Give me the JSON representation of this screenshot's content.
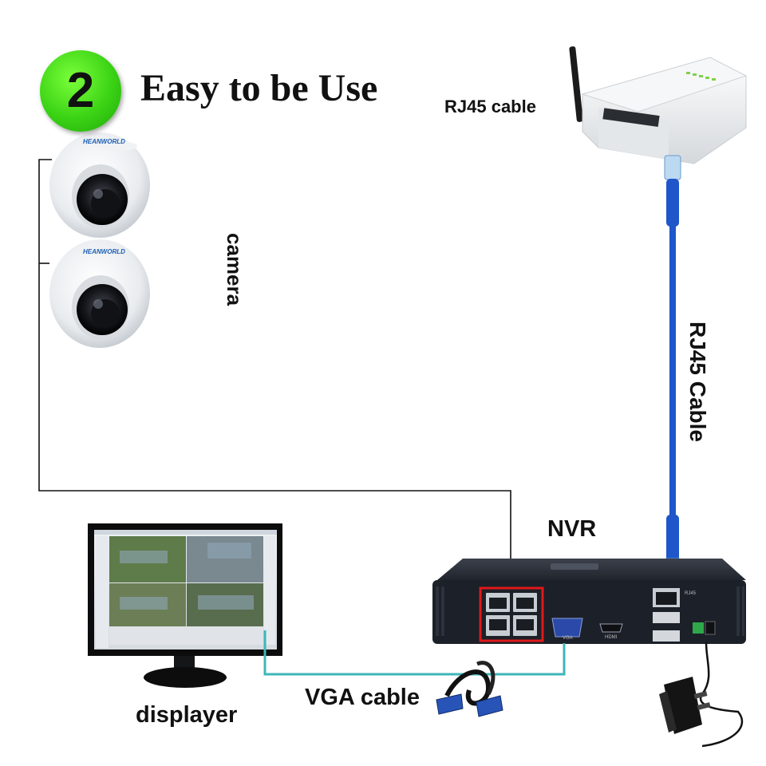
{
  "badge": {
    "number": "2"
  },
  "title": "Easy to be Use",
  "labels": {
    "router_cable": "RJ45 cable",
    "camera": "camera",
    "rj45_vertical": "RJ45 Cable",
    "nvr": "NVR",
    "vga_cable": "VGA cable",
    "displayer": "displayer"
  },
  "camera_brand": "HEANWORLD",
  "nvr_port_labels": {
    "vga": "VGA",
    "hdmi": "HDMI",
    "rj45": "RJ45"
  },
  "colors": {
    "badge_green": "#3bd315",
    "rj45_cable_blue": "#1f56c9",
    "vga_line_teal": "#3fb6b8",
    "highlight_red": "#e01818",
    "nvr_body": "#1c2029"
  }
}
